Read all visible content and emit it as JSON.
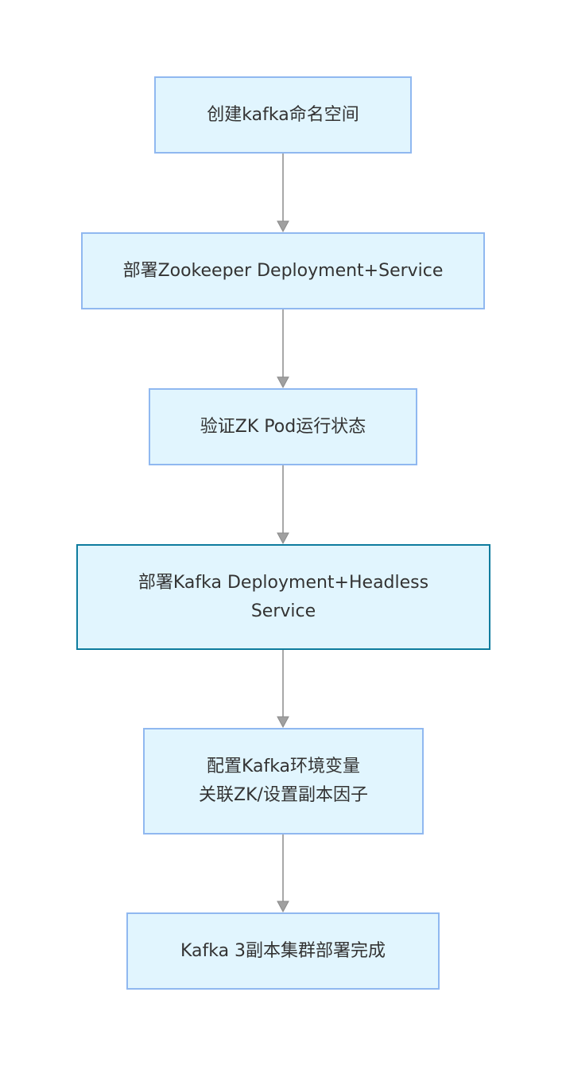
{
  "flowchart": {
    "nodes": [
      {
        "id": "n1",
        "label": "创建kafka命名空间"
      },
      {
        "id": "n2",
        "label": "部署Zookeeper Deployment+Service"
      },
      {
        "id": "n3",
        "label": "验证ZK Pod运行状态"
      },
      {
        "id": "n4",
        "label": "部署Kafka Deployment+Headless\nService"
      },
      {
        "id": "n5",
        "label": "配置Kafka环境变量\n关联ZK/设置副本因子"
      },
      {
        "id": "n6",
        "label": "Kafka 3副本集群部署完成"
      }
    ],
    "edges": [
      {
        "from": "n1",
        "to": "n2"
      },
      {
        "from": "n2",
        "to": "n3"
      },
      {
        "from": "n3",
        "to": "n4"
      },
      {
        "from": "n4",
        "to": "n5"
      },
      {
        "from": "n5",
        "to": "n6"
      }
    ],
    "colors": {
      "node_fill": "#e1f5fe",
      "node_border": "#90b8f0",
      "highlight_border": "#0e7c9e",
      "edge": "#8a8a8a",
      "arrowhead": "#a0a0a0",
      "text": "#333333"
    }
  }
}
